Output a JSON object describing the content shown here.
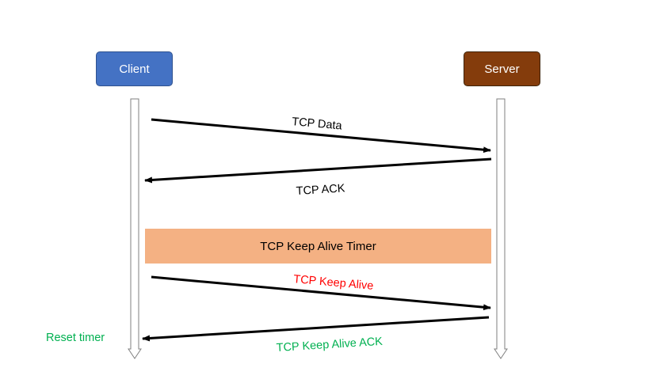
{
  "colors": {
    "client": "#4472c4",
    "server": "#843c0c",
    "timer": "#f4b183",
    "arrow": "#000000",
    "keepalive": "#ff0000",
    "ack_green": "#00b050"
  },
  "participants": {
    "client": {
      "label": "Client"
    },
    "server": {
      "label": "Server"
    }
  },
  "timer": {
    "label": "TCP Keep Alive Timer"
  },
  "messages": [
    {
      "label": "TCP Data",
      "from": "client",
      "to": "server",
      "color": "#000000"
    },
    {
      "label": "TCP ACK",
      "from": "server",
      "to": "client",
      "color": "#000000"
    },
    {
      "label": "TCP Keep Alive",
      "from": "client",
      "to": "server",
      "color": "#ff0000"
    },
    {
      "label": "TCP Keep Alive ACK",
      "from": "server",
      "to": "client",
      "color": "#00b050"
    }
  ],
  "annotation": {
    "reset_timer": "Reset timer",
    "color": "#00b050"
  }
}
